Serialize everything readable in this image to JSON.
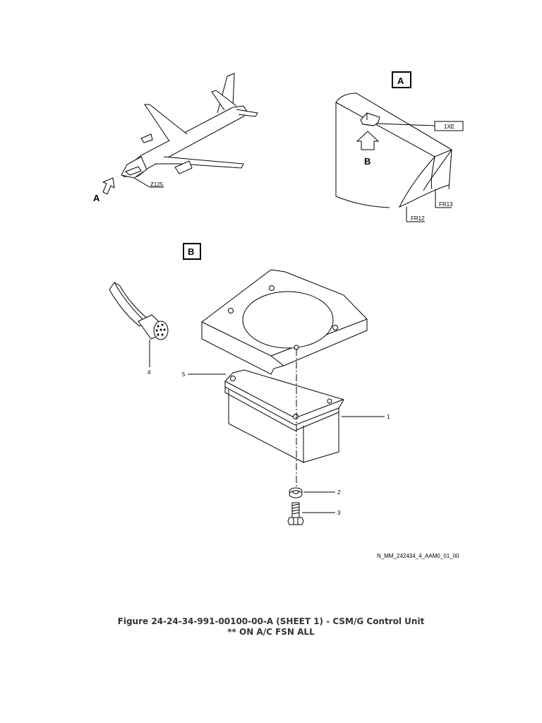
{
  "views": {
    "a_box": "A",
    "b_box": "B",
    "arrow_a": "A",
    "arrow_b": "B"
  },
  "labels": {
    "zone": "Z125",
    "connector": "1XE",
    "frame_1": "FR13",
    "frame_2": "FR12"
  },
  "items": {
    "i1": "1",
    "i2": "2",
    "i3": "3",
    "i4": "4",
    "i5": "5"
  },
  "drawing_ref": "N_MM_242434_4_AAM0_01_00",
  "caption": {
    "line1": "Figure 24-24-34-991-00100-00-A (SHEET 1) - CSM/G Control Unit",
    "line2": "** ON A/C FSN ALL"
  }
}
